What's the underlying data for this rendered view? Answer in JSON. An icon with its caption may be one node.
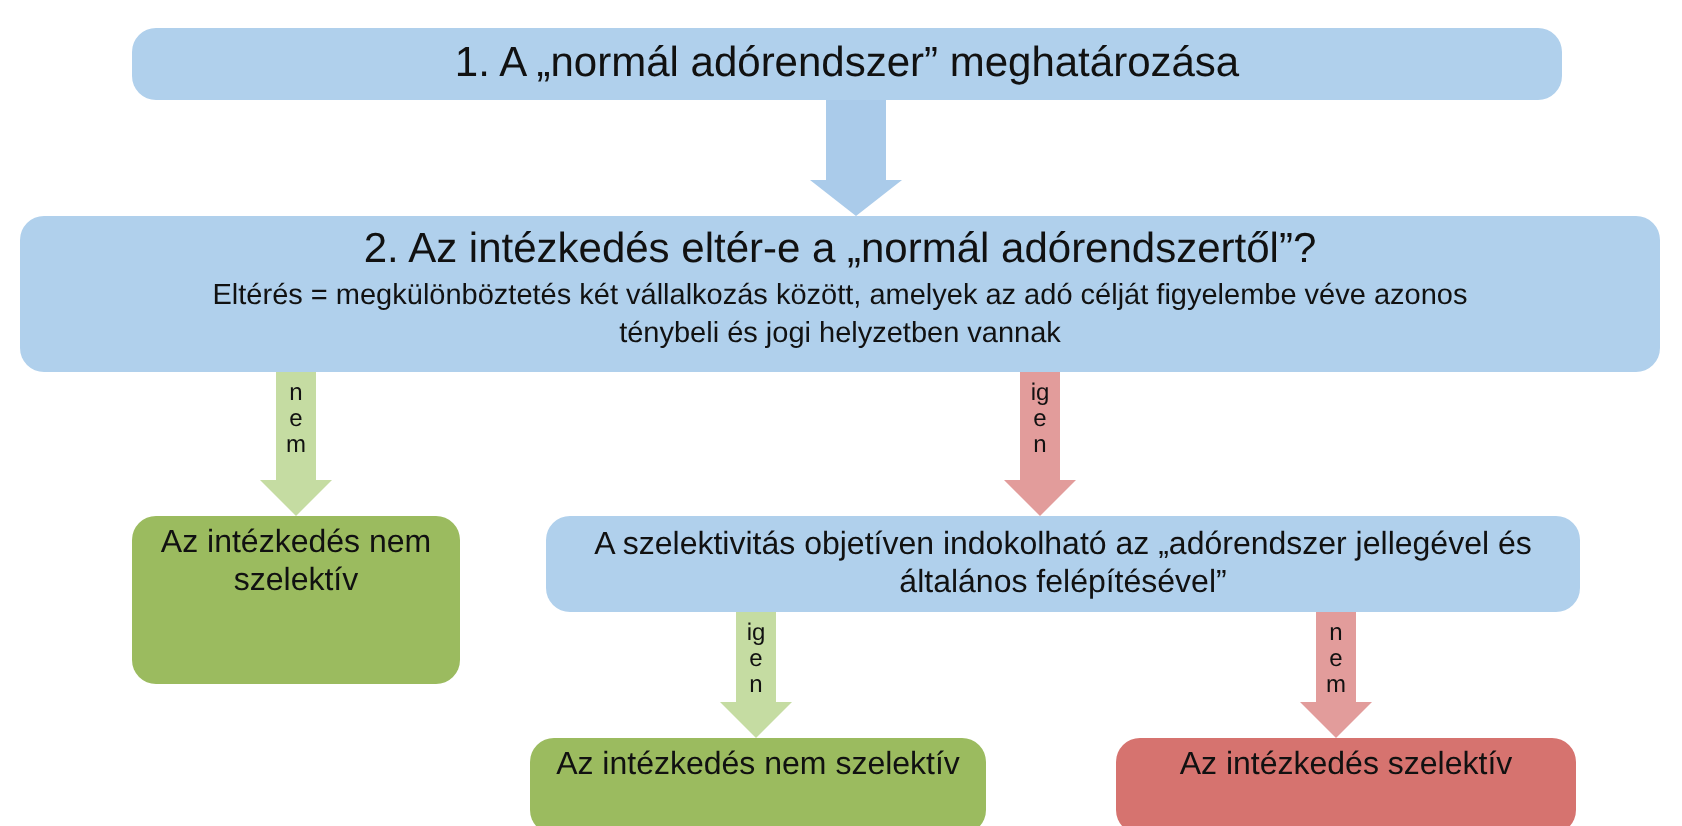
{
  "diagram": {
    "nodes": [
      {
        "text": [
          "1. A „normál adórendszer” meghatározása"
        ]
      },
      {
        "text": [
          "2. Az intézkedés eltér-e a „normál adórendszertől”?",
          "Eltérés = megkülönböztetés két vállalkozás között, amelyek az adó célját figyelembe véve azonos ténybeli és jogi helyzetben vannak"
        ]
      },
      {
        "text": [
          "Az intézkedés nem szelektív"
        ]
      },
      {
        "text": [
          "A szelektivitás objetíven indokolható az „adórendszer jellegével és általános felépítésével”"
        ]
      },
      {
        "text": [
          "Az intézkedés nem szelektív"
        ]
      },
      {
        "text": [
          "Az intézkedés szelektív"
        ]
      }
    ],
    "edges": [
      {
        "from": 0,
        "to": 1,
        "arrow": "to",
        "style": "thick",
        "color": "#aacbea"
      },
      {
        "from": 1,
        "to": 2,
        "arrow": "to",
        "style": "thick",
        "color": "#c5dca2",
        "label": "nem"
      },
      {
        "from": 1,
        "to": 3,
        "arrow": "to",
        "style": "thick",
        "color": "#e29c9b",
        "label": "igen"
      },
      {
        "from": 3,
        "to": 4,
        "arrow": "to",
        "style": "thick",
        "color": "#c5dca2",
        "label": "igen"
      },
      {
        "from": 3,
        "to": 5,
        "arrow": "to",
        "style": "thick",
        "color": "#e29c9b",
        "label": "nem"
      }
    ]
  }
}
